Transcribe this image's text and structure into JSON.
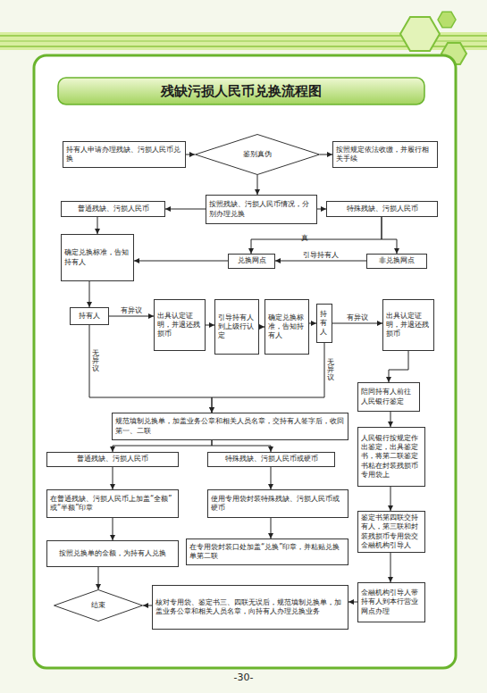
{
  "diagram": {
    "title": "残缺污损人民币兑换流程图",
    "nodes": [
      {
        "text": [
          "持有人申请办理残缺、污损人民币兑换"
        ]
      },
      {
        "text": [
          "鉴别真伪"
        ]
      },
      {
        "text": [
          "按照规定依法收缴，并履行相关手续"
        ]
      },
      {
        "text": [
          "按照残缺、污损人民币情况，分别办理兑换"
        ]
      },
      {
        "text": [
          "普通残缺、污损人民币"
        ]
      },
      {
        "text": [
          "特殊残缺、污损人民币"
        ]
      },
      {
        "text": [
          "确定兑换标准，告知持有人"
        ]
      },
      {
        "text": [
          "兑换网点"
        ]
      },
      {
        "text": [
          "非兑换网点"
        ]
      },
      {
        "text": [
          "持有人"
        ]
      },
      {
        "text": [
          "出具认定证明，并退还残损币"
        ]
      },
      {
        "text": [
          "引导持有人到上级行认定"
        ]
      },
      {
        "text": [
          "确定兑换标准，告知持有人"
        ]
      },
      {
        "text": [
          "持有人"
        ]
      },
      {
        "text": [
          "出具认定证明，并退还残损币"
        ]
      },
      {
        "text": [
          "规范填制兑换单，加盖业务公章和相关人员名章，交持有人签字后，收回第一、二联"
        ]
      },
      {
        "text": [
          "普通残缺、污损人民币"
        ]
      },
      {
        "text": [
          "特殊残缺、污损人民币或硬币"
        ]
      },
      {
        "text": [
          "在普通残缺、污损人民币上加盖“全额”或“半额”印章"
        ]
      },
      {
        "text": [
          "使用专用袋封装特殊残缺、污损人民币或硬币"
        ]
      },
      {
        "text": [
          "按照兑换单的金额，为持有人兑换"
        ]
      },
      {
        "text": [
          "在专用袋封装口处加盖“兑换”印章，并粘贴兑换单第二联"
        ]
      },
      {
        "text": [
          "结束"
        ]
      },
      {
        "text": [
          "核对专用袋、鉴定书三、四联无误后，规范填制兑换单，加盖业务公章和相关人员名章，向持有人办理兑换业务"
        ]
      },
      {
        "text": [
          "陪同持有人前往人民银行鉴定"
        ]
      },
      {
        "text": [
          "人民银行按规定作出鉴定，出具鉴定书，将第二联鉴定书粘在封装残损币专用袋上"
        ]
      },
      {
        "text": [
          "鉴定书第四联交持有人，第三联和封装残损币专用袋交金融机构引导人"
        ]
      },
      {
        "text": [
          "金融机构引导人带持有人到本行营业网点办理"
        ]
      }
    ],
    "edges": [
      {
        "from": 0,
        "to": 1,
        "arrow": "to"
      },
      {
        "from": 1,
        "to": 2,
        "arrow": "to"
      },
      {
        "from": 1,
        "to": 3,
        "arrow": "to"
      },
      {
        "from": 3,
        "to": 4,
        "arrow": "to"
      },
      {
        "from": 3,
        "to": 5,
        "arrow": "to"
      },
      {
        "from": 4,
        "to": 6,
        "arrow": "to"
      },
      {
        "from": 5,
        "to": 7,
        "arrow": "to"
      },
      {
        "from": 5,
        "to": 8,
        "arrow": "to"
      },
      {
        "from": 8,
        "to": 7,
        "label": "引导持有人",
        "arrow": "to"
      },
      {
        "from": 7,
        "to": 6,
        "arrow": "to"
      },
      {
        "from": 6,
        "to": 9,
        "arrow": "to"
      },
      {
        "from": 9,
        "to": 10,
        "label": "有异议",
        "arrow": "to"
      },
      {
        "from": 10,
        "to": 11,
        "arrow": "to"
      },
      {
        "from": 11,
        "to": 12,
        "arrow": "to"
      },
      {
        "from": 12,
        "to": 13,
        "arrow": "to"
      },
      {
        "from": 13,
        "to": 14,
        "label": "有异议",
        "arrow": "to"
      },
      {
        "from": 9,
        "to": 15,
        "label": "无异议",
        "arrow": "to"
      },
      {
        "from": 13,
        "to": 15,
        "label": "无异议",
        "arrow": "to"
      },
      {
        "from": 15,
        "to": 16,
        "arrow": "to"
      },
      {
        "from": 15,
        "to": 17,
        "arrow": "to"
      },
      {
        "from": 16,
        "to": 18,
        "arrow": "to"
      },
      {
        "from": 17,
        "to": 19,
        "arrow": "to"
      },
      {
        "from": 18,
        "to": 20,
        "arrow": "to"
      },
      {
        "from": 19,
        "to": 21,
        "arrow": "to"
      },
      {
        "from": 20,
        "to": 22,
        "arrow": "to"
      },
      {
        "from": 23,
        "to": 22,
        "arrow": "to"
      },
      {
        "from": 14,
        "to": 24,
        "arrow": "to"
      },
      {
        "from": 24,
        "to": 25,
        "arrow": "to"
      },
      {
        "from": 25,
        "to": 26,
        "arrow": "to"
      },
      {
        "from": 26,
        "to": 27,
        "arrow": "to"
      },
      {
        "from": 27,
        "to": 23,
        "arrow": "to"
      }
    ],
    "labels": [
      "真",
      "-30-"
    ]
  }
}
